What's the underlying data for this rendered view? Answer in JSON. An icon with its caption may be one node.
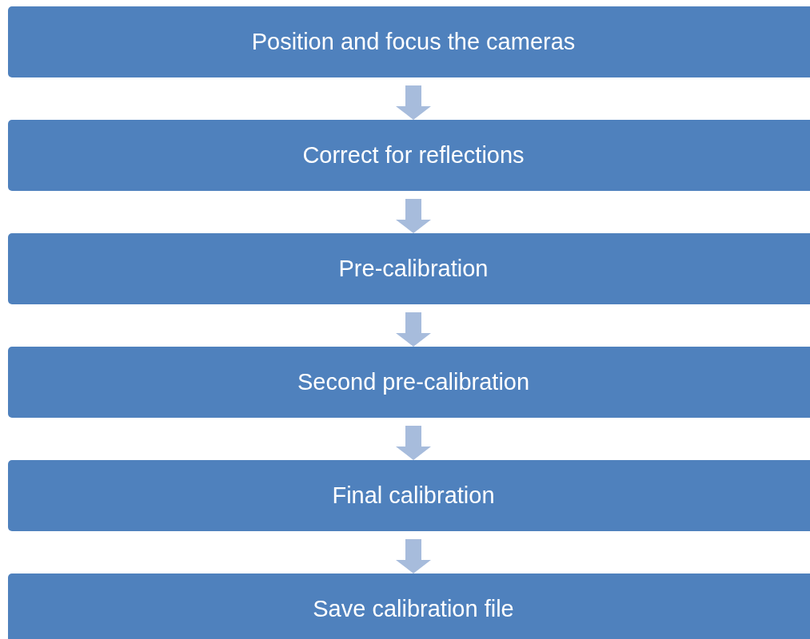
{
  "diagram": {
    "nodes": [
      {
        "text": [
          "Position and focus the cameras"
        ]
      },
      {
        "text": [
          "Correct for reflections"
        ]
      },
      {
        "text": [
          "Pre-calibration"
        ]
      },
      {
        "text": [
          "Second pre-calibration"
        ]
      },
      {
        "text": [
          "Final calibration"
        ]
      },
      {
        "text": [
          "Save calibration file"
        ]
      }
    ],
    "edges": [
      {
        "from": 0,
        "to": 1,
        "arrow": "to"
      },
      {
        "from": 1,
        "to": 2,
        "arrow": "to"
      },
      {
        "from": 2,
        "to": 3,
        "arrow": "to"
      },
      {
        "from": 3,
        "to": 4,
        "arrow": "to"
      },
      {
        "from": 4,
        "to": 5,
        "arrow": "to"
      }
    ]
  }
}
